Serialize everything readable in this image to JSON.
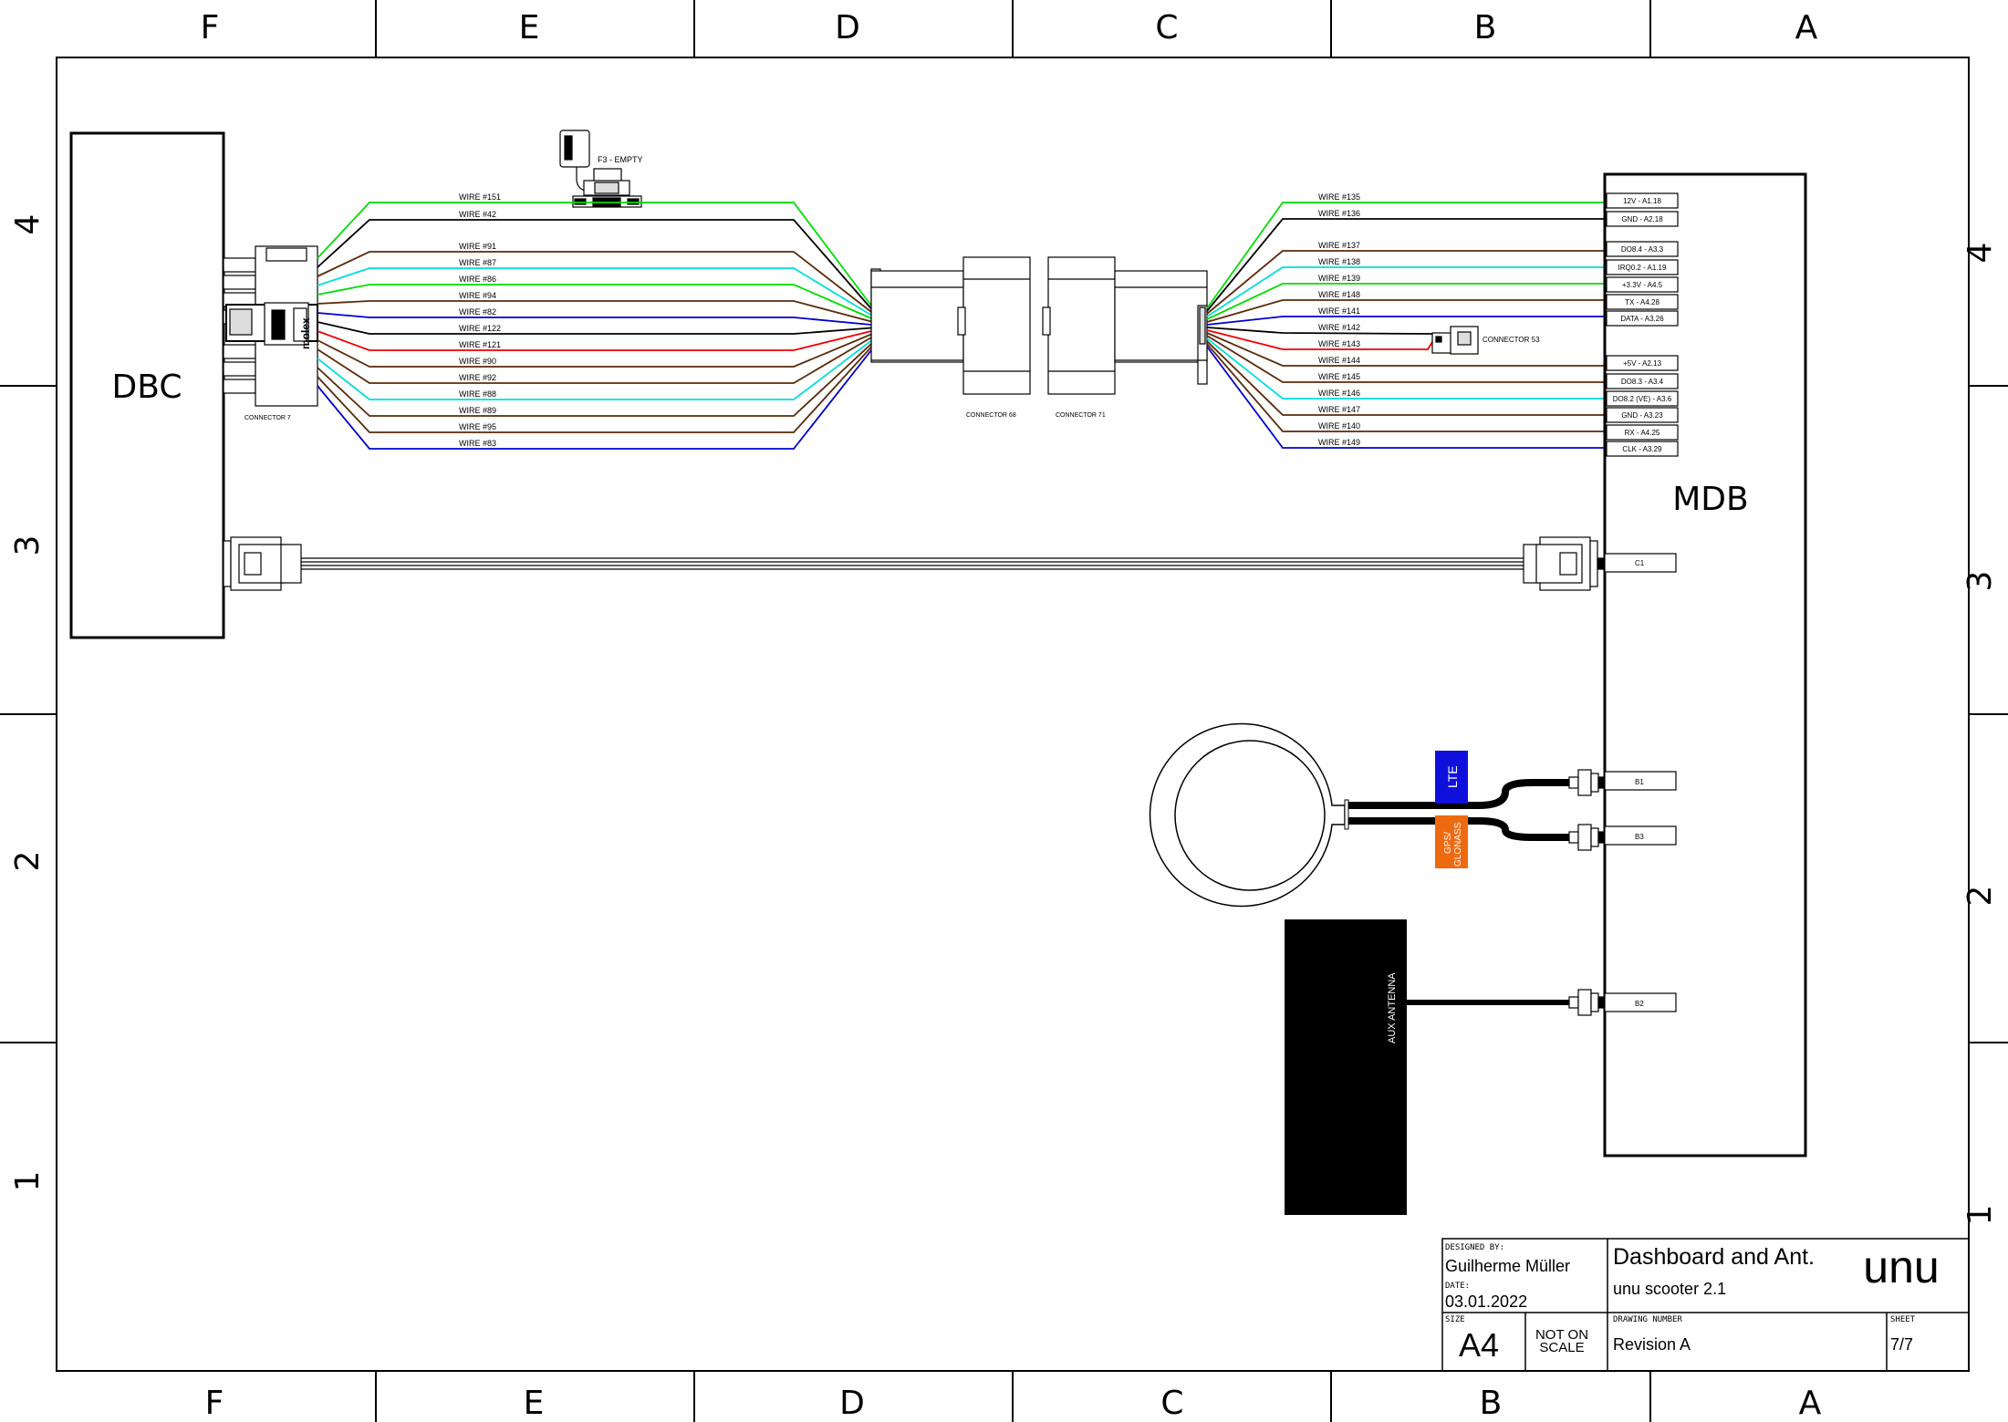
{
  "border": {
    "columns": [
      "F",
      "E",
      "D",
      "C",
      "B",
      "A"
    ],
    "rows": [
      "4",
      "3",
      "2",
      "1"
    ]
  },
  "dbc": {
    "label": "DBC",
    "connector_label": "CONNECTOR 7",
    "brand": "molex"
  },
  "fuse_label": "F3 - EMPTY",
  "left_wires": [
    {
      "label": "WIRE #151",
      "color": "#00dd00"
    },
    {
      "label": "WIRE #42",
      "color": "#000000"
    },
    {
      "label": "WIRE #91",
      "color": "#5a2a0a"
    },
    {
      "label": "WIRE #87",
      "color": "#00dddd"
    },
    {
      "label": "WIRE #86",
      "color": "#00dd00"
    },
    {
      "label": "WIRE #94",
      "color": "#5a2a0a"
    },
    {
      "label": "WIRE #82",
      "color": "#0000cc"
    },
    {
      "label": "WIRE #122",
      "color": "#000000"
    },
    {
      "label": "WIRE #121",
      "color": "#ee0000"
    },
    {
      "label": "WIRE #90",
      "color": "#5a2a0a"
    },
    {
      "label": "WIRE #92",
      "color": "#5a2a0a"
    },
    {
      "label": "WIRE #88",
      "color": "#00dddd"
    },
    {
      "label": "WIRE #89",
      "color": "#5a2a0a"
    },
    {
      "label": "WIRE #95",
      "color": "#5a2a0a"
    },
    {
      "label": "WIRE #83",
      "color": "#0000cc"
    }
  ],
  "right_wires": [
    {
      "label": "WIRE #135",
      "color": "#00dd00"
    },
    {
      "label": "WIRE #136",
      "color": "#000000"
    },
    {
      "label": "WIRE #137",
      "color": "#5a2a0a"
    },
    {
      "label": "WIRE #138",
      "color": "#00dddd"
    },
    {
      "label": "WIRE #139",
      "color": "#00dd00"
    },
    {
      "label": "WIRE #148",
      "color": "#5a2a0a"
    },
    {
      "label": "WIRE #141",
      "color": "#0000cc"
    },
    {
      "label": "WIRE #142",
      "color": "#000000"
    },
    {
      "label": "WIRE #143",
      "color": "#ee0000"
    },
    {
      "label": "WIRE #144",
      "color": "#5a2a0a"
    },
    {
      "label": "WIRE #145",
      "color": "#5a2a0a"
    },
    {
      "label": "WIRE #146",
      "color": "#00dddd"
    },
    {
      "label": "WIRE #147",
      "color": "#5a2a0a"
    },
    {
      "label": "WIRE #140",
      "color": "#5a2a0a"
    },
    {
      "label": "WIRE #149",
      "color": "#0000cc"
    }
  ],
  "connector_68": "CONNECTOR 68",
  "connector_71": "CONNECTOR 71",
  "connector_53": "CONNECTOR 53",
  "mdb": {
    "label": "MDB",
    "pins": [
      "12V - A1.18",
      "GND - A2.18",
      "DO8.4 - A3.3",
      "IRQ0.2 - A1.19",
      "+3.3V - A4.5",
      "TX - A4.28",
      "DATA - A3.26",
      "+5V - A2.13",
      "DO8.3 - A3.4",
      "DO8.2 (VE) - A3.6",
      "GND - A3.23",
      "RX - A4.25",
      "CLK - A3.29"
    ],
    "c1": "C1",
    "b1": "B1",
    "b3": "B3",
    "b2": "B2"
  },
  "antenna": {
    "lte": "LTE",
    "gps_line1": "GPS/",
    "gps_line2": "GLONASS",
    "lte_color": "#1010dd",
    "gps_color": "#ee6a10",
    "aux": "AUX ANTENNA"
  },
  "title_block": {
    "designed_by_label": "DESIGNED BY:",
    "designed_by": "Guilherme Müller",
    "date_label": "DATE:",
    "date": "03.01.2022",
    "size_label": "SIZE",
    "size": "A4",
    "scale_line1": "NOT ON",
    "scale_line2": "SCALE",
    "title": "Dashboard and Ant.",
    "subtitle": "unu scooter 2.1",
    "drawing_number_label": "DRAWING NUMBER",
    "drawing_number": "Revision A",
    "sheet_label": "SHEET",
    "sheet": "7/7",
    "logo": "unu"
  }
}
